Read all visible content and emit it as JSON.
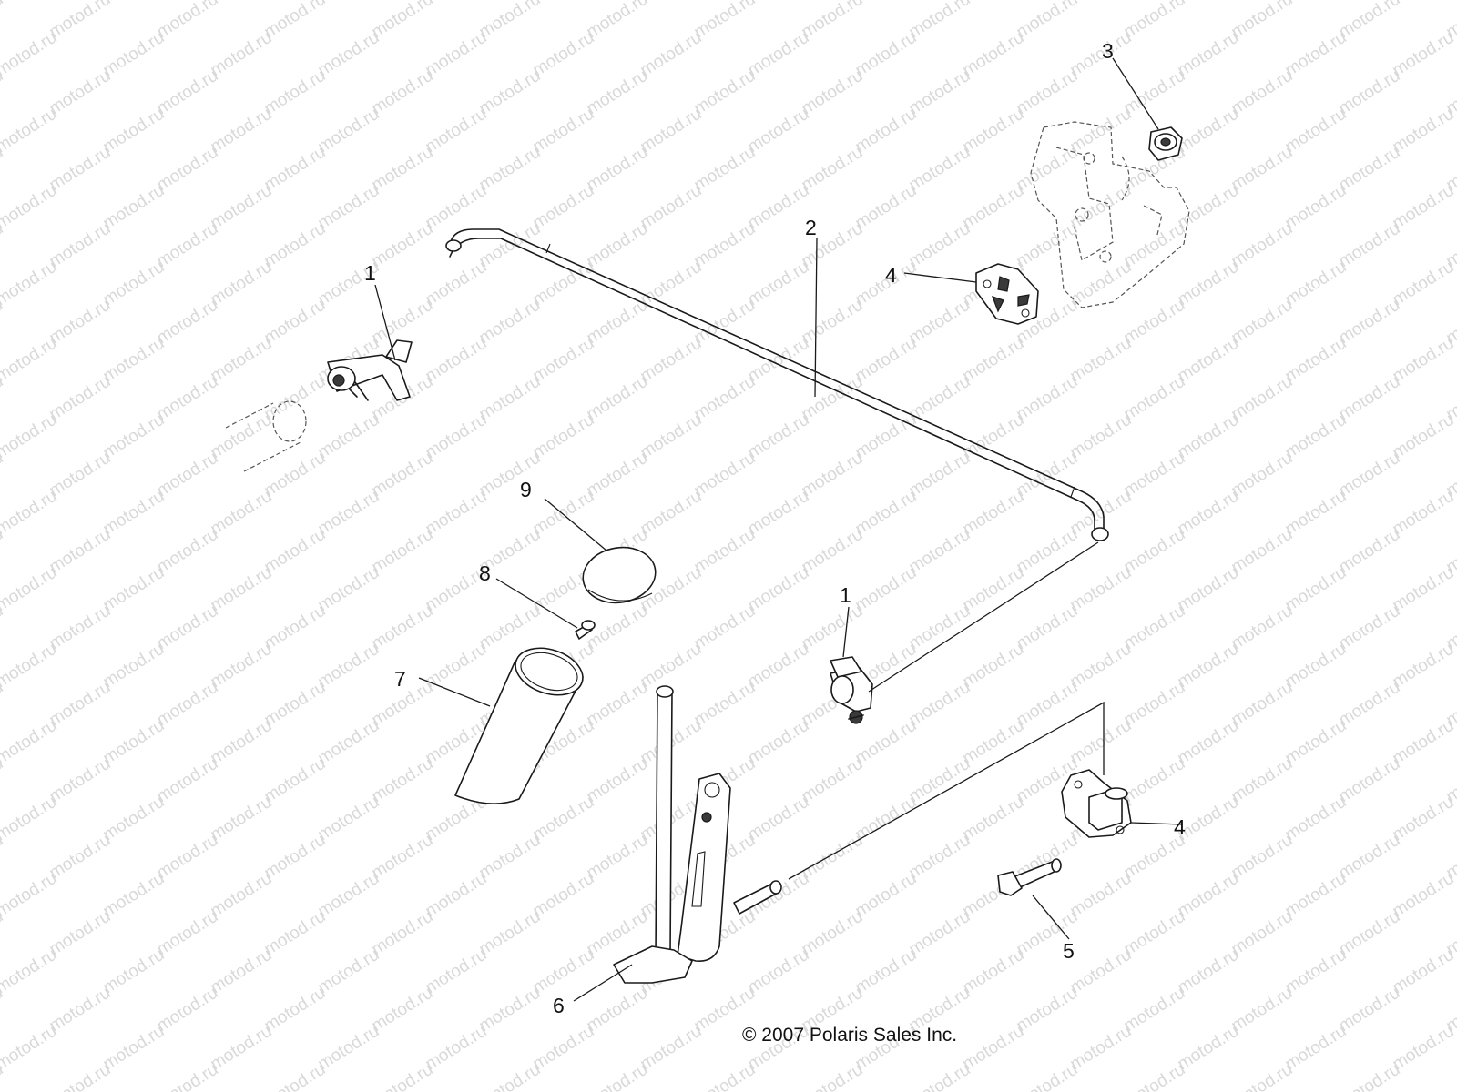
{
  "watermark_text": "motod.ru",
  "callouts": [
    {
      "id": "c1a",
      "label": "1"
    },
    {
      "id": "c1b",
      "label": "1"
    },
    {
      "id": "c2",
      "label": "2"
    },
    {
      "id": "c3",
      "label": "3"
    },
    {
      "id": "c4a",
      "label": "4"
    },
    {
      "id": "c4b",
      "label": "4"
    },
    {
      "id": "c5",
      "label": "5"
    },
    {
      "id": "c6",
      "label": "6"
    },
    {
      "id": "c7",
      "label": "7"
    },
    {
      "id": "c8",
      "label": "8"
    },
    {
      "id": "c9",
      "label": "9"
    }
  ],
  "copyright": "© 2007  Polaris Sales Inc."
}
